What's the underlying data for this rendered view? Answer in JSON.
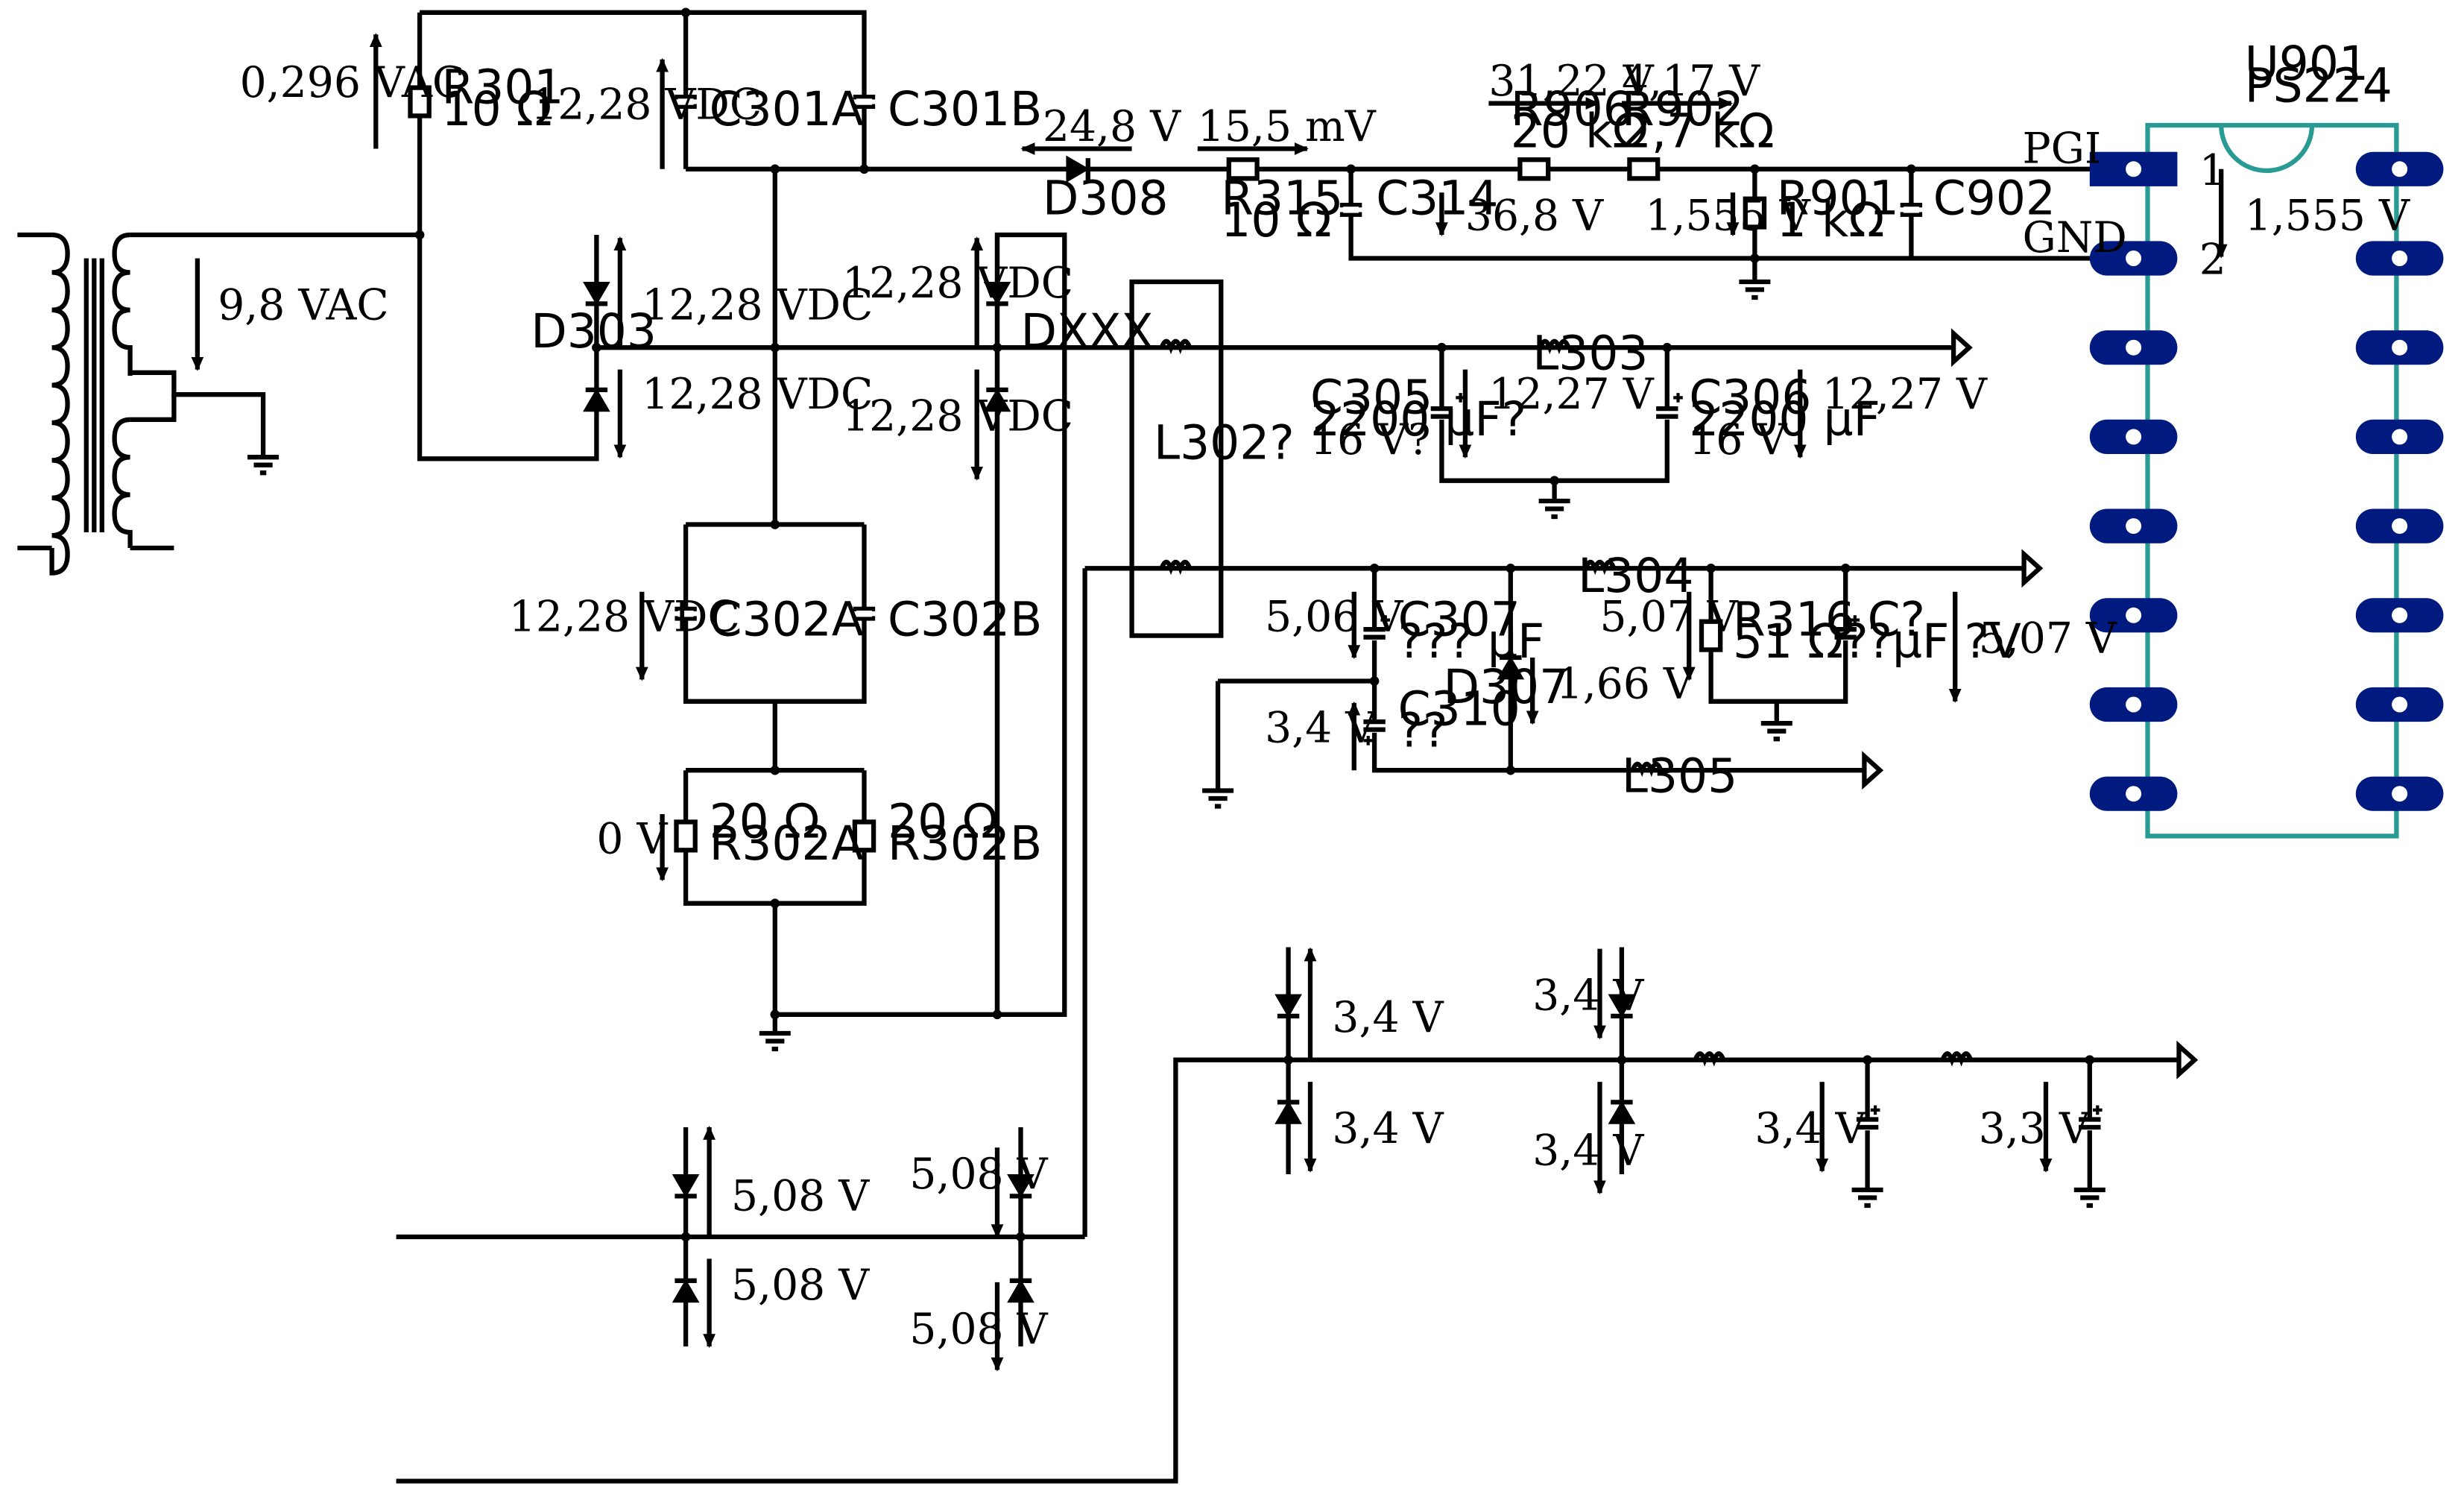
{
  "components": {
    "r301": {
      "ref": "R301",
      "value": "10 Ω"
    },
    "c301a": {
      "ref": "C301A"
    },
    "c301b": {
      "ref": "C301B"
    },
    "d303": {
      "ref": "D303"
    },
    "dxxx": {
      "ref": "DXXX"
    },
    "l302": {
      "ref": "L302?"
    },
    "c302a": {
      "ref": "C302A"
    },
    "c302b": {
      "ref": "C302B"
    },
    "r302a": {
      "ref": "R302A",
      "value": "20 Ω"
    },
    "r302b": {
      "ref": "R302B",
      "value": "20 Ω"
    },
    "d308": {
      "ref": "D308"
    },
    "r315": {
      "ref": "R315",
      "value": "10 Ω"
    },
    "c314": {
      "ref": "C314"
    },
    "r906": {
      "ref": "R906",
      "value": "20 kΩ"
    },
    "r902": {
      "ref": "R902",
      "value": "2,7 kΩ"
    },
    "r901": {
      "ref": "R901",
      "value": "1 kΩ"
    },
    "c902": {
      "ref": "C902"
    },
    "l303": {
      "ref": "L303"
    },
    "c305": {
      "ref": "C305",
      "value": "2200 µF?",
      "rating": "16 V?"
    },
    "c306": {
      "ref": "C306",
      "value": "2200 µF",
      "rating": "16 V"
    },
    "l304": {
      "ref": "L304"
    },
    "c307": {
      "ref": "C307",
      "value": "??? µF"
    },
    "c310": {
      "ref": "C310",
      "value": "??"
    },
    "d307": {
      "ref": "D307"
    },
    "r316": {
      "ref": "R316",
      "value": "51 Ω?"
    },
    "cq": {
      "ref": "C?",
      "value": "?µF ?V"
    },
    "l305": {
      "ref": "L305"
    },
    "u901": {
      "ref": "U901",
      "value": "PS224",
      "pin1_name": "PGI",
      "pin2_name": "GND",
      "pin1": "1",
      "pin2": "2"
    }
  },
  "measurements": {
    "v_r301": "0,296  VAC",
    "v_c301": "12,28  VDC",
    "v_xfmr": "9,8  VAC",
    "v_d303_top": "12,28  VDC",
    "v_d303_bot": "12,28  VDC",
    "v_dxxx_top": "12,28  VDC",
    "v_dxxx_bot": "12,28  VDC",
    "v_c302": "12,28  VDC",
    "v_r302": "0  V",
    "v_d308": "24,8  V",
    "v_r315": "15,5  mV",
    "v_r906": "31,22  V",
    "v_r902": "4,17  V",
    "v_c314": "36,8  V",
    "v_r901": "1,555  V",
    "v_u901": "1,555  V",
    "v_c305": "12,27  V",
    "v_c306": "12,27  V",
    "v_c307": "5,06  V",
    "v_c310": "3,4  V",
    "v_d307": "1,66  V",
    "v_r316": "5,07  V",
    "v_cq": "5,07  V",
    "v_5v_a1": "5,08  V",
    "v_5v_a2": "5,08  V",
    "v_5v_b1": "5,08  V",
    "v_5v_b2": "5,08  V",
    "v_3v_a1": "3,4  V",
    "v_3v_a2": "3,4  V",
    "v_3v_b1": "3,4  V",
    "v_3v_b2": "3,4  V",
    "v_3v_c1": "3,4  V",
    "v_3v_c2": "3,3  V"
  }
}
